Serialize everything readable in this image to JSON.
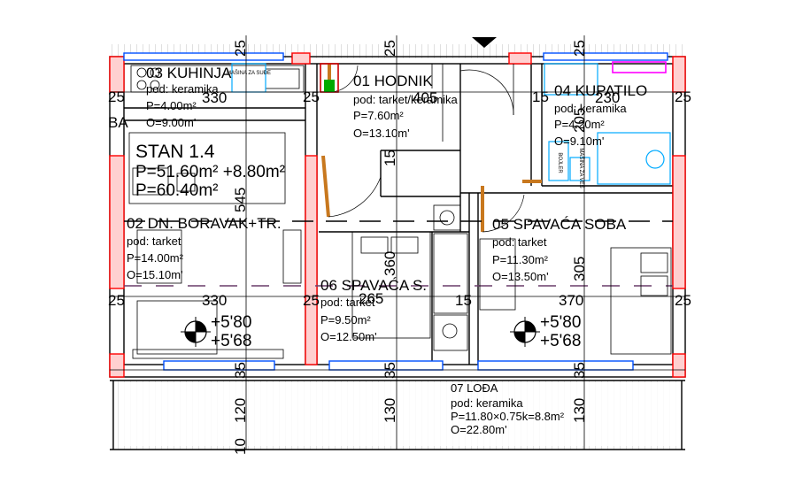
{
  "apartment": {
    "name": "STAN 1.4",
    "area_net": "P=51.60m² +8.80m²",
    "area_total": "P=60.40m²"
  },
  "rooms": [
    {
      "id": "03",
      "name": "03 KUHINJA",
      "floor": "pod: keramika",
      "area": "P=4.00m²",
      "perimeter": "O=9.00m'"
    },
    {
      "id": "01",
      "name": "01 HODNIK",
      "floor": "pod: tarket/keramika",
      "area": "P=7.60m²",
      "perimeter": "O=13.10m'"
    },
    {
      "id": "04",
      "name": "04 KUPATILO",
      "floor": "pod: keramika",
      "area": "P=4.20m²",
      "perimeter": "O=9.10m'"
    },
    {
      "id": "02",
      "name": "02 DN. BORAVAK+TR.",
      "floor": "pod: tarket",
      "area": "P=14.00m²",
      "perimeter": "O=15.10m'"
    },
    {
      "id": "05",
      "name": "05 SPAVAĆA SOBA",
      "floor": "pod: tarket",
      "area": "P=11.30m²",
      "perimeter": "O=13.50m'"
    },
    {
      "id": "06",
      "name": "06 SPAVAĆA S.",
      "floor": "pod: tarket",
      "area": "P=9.50m²",
      "perimeter": "O=12.50m'"
    },
    {
      "id": "07",
      "name": "07 LOĐA",
      "floor": "pod: keramika",
      "area": "P=11.80×0.75k=8.8m²",
      "perimeter": "O=22.80m'"
    }
  ],
  "levels": {
    "left": {
      "top": "+5'80",
      "bottom": "+5'68"
    },
    "right": {
      "top": "+5'80",
      "bottom": "+5'68"
    }
  },
  "fixtures": {
    "washer": "MAŠINA ZA SUĐE",
    "boiler": "BOJLER",
    "washer2": "MAŠINA ZA VEŠ"
  },
  "dimensions": {
    "top_25_a": "25",
    "top_25_b": "25",
    "top_25_c": "25",
    "w_330_top": "330",
    "w_405": "405",
    "w_230": "230",
    "left_25_a": "25",
    "left_25_b": "25",
    "mid_25_a": "25",
    "mid_25_b": "25",
    "w_15_top": "15",
    "w_15_hall": "15",
    "w_15_mid": "15",
    "v_205": "205",
    "v_545": "545",
    "v_360": "360",
    "v_305": "305",
    "v_265": "265",
    "w_330_bottom": "330",
    "w_370": "370",
    "right_25_a": "25",
    "right_25_b": "25",
    "w_35_a": "35",
    "w_35_b": "35",
    "w_35_c": "35",
    "v_120": "120",
    "v_130_a": "130",
    "v_130_b": "130",
    "v_10": "10",
    "ba_fragment": "BA"
  },
  "colors": {
    "wall": "#ff0000",
    "wall_fill": "#ffc9c9",
    "door": "#c8781e",
    "window": "#0050ff",
    "fixture": "#00aaff",
    "magenta": "#ff00ff"
  }
}
